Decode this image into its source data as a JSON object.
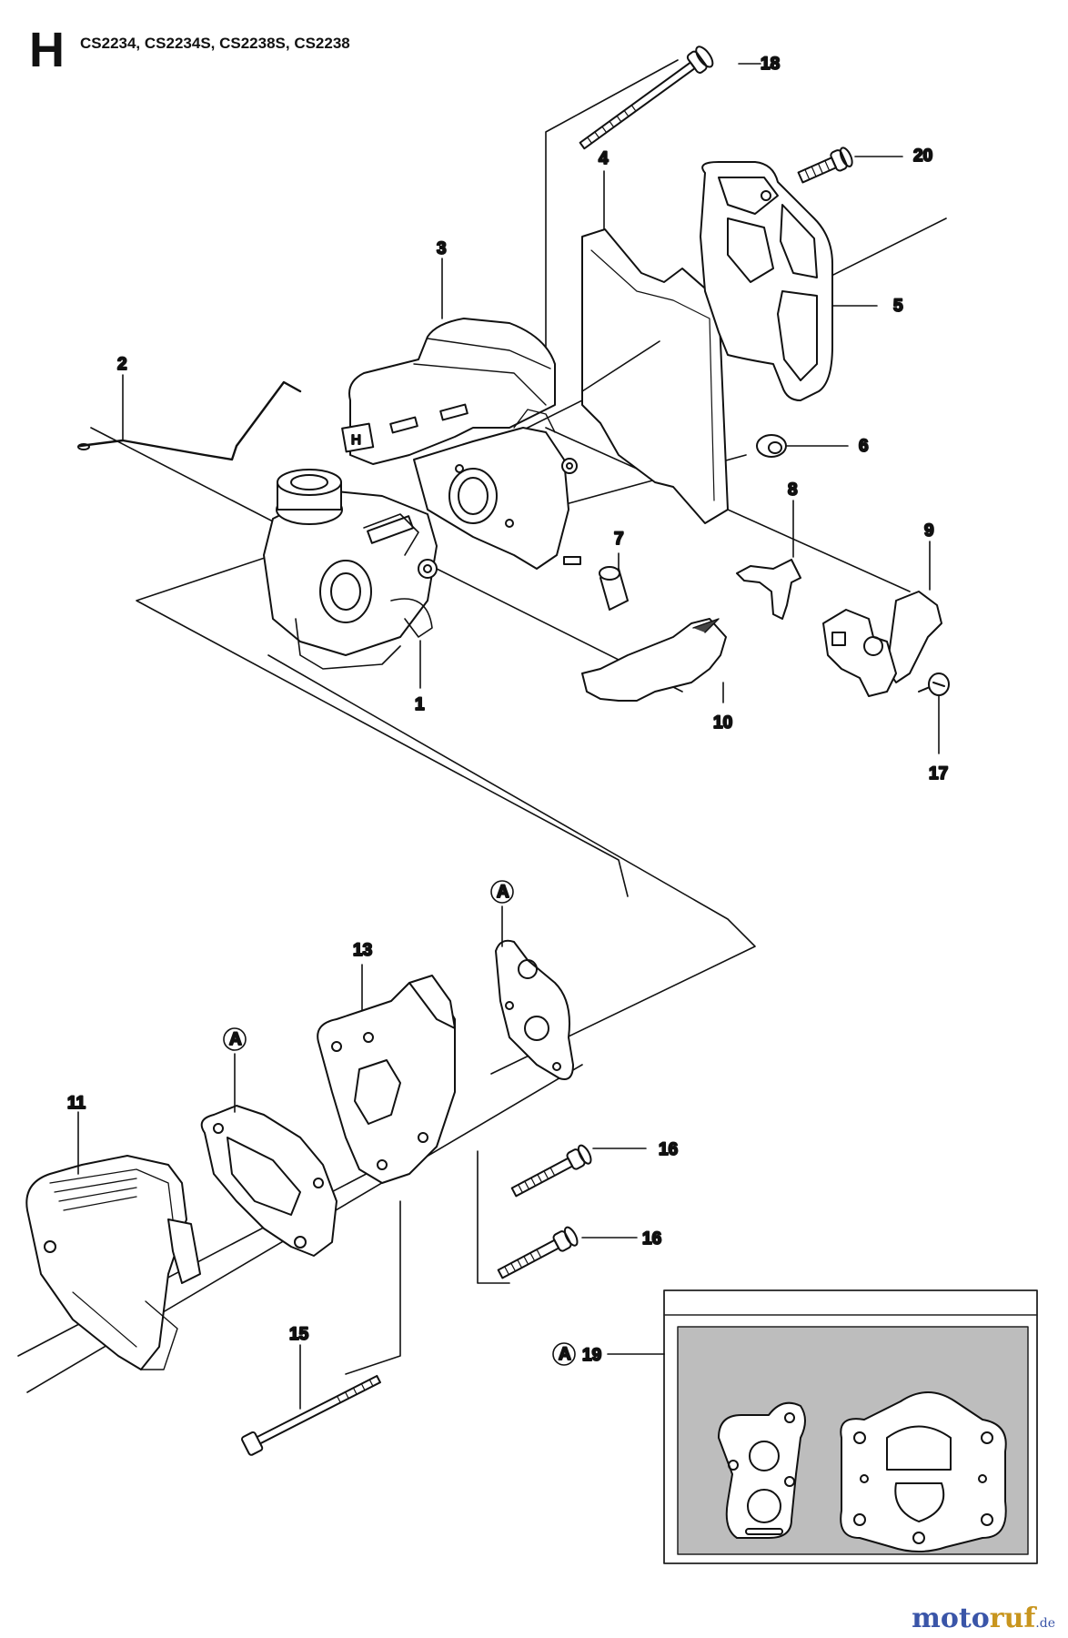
{
  "header": {
    "section_letter": "H",
    "models": "CS2234, CS2234S, CS2238S, CS2238"
  },
  "callouts": [
    {
      "id": "part-1",
      "label": "1"
    },
    {
      "id": "part-2",
      "label": "2"
    },
    {
      "id": "part-3",
      "label": "3"
    },
    {
      "id": "part-4",
      "label": "4"
    },
    {
      "id": "part-5",
      "label": "5"
    },
    {
      "id": "part-6",
      "label": "6"
    },
    {
      "id": "part-7",
      "label": "7"
    },
    {
      "id": "part-8",
      "label": "8"
    },
    {
      "id": "part-9",
      "label": "9"
    },
    {
      "id": "part-10",
      "label": "10"
    },
    {
      "id": "part-11",
      "label": "11"
    },
    {
      "id": "part-13",
      "label": "13"
    },
    {
      "id": "part-15",
      "label": "15"
    },
    {
      "id": "part-16a",
      "label": "16"
    },
    {
      "id": "part-16b",
      "label": "16"
    },
    {
      "id": "part-17",
      "label": "17"
    },
    {
      "id": "part-18",
      "label": "18"
    },
    {
      "id": "part-19",
      "label": "19"
    },
    {
      "id": "part-20",
      "label": "20"
    }
  ],
  "markers": {
    "kit": "A"
  },
  "watermark": {
    "a": "moto",
    "b": "ruf",
    "tld": ".de"
  },
  "colors": {
    "ink": "#111111",
    "kit_box_fill": "#bdbdbd",
    "kit_box_border": "#222222"
  }
}
